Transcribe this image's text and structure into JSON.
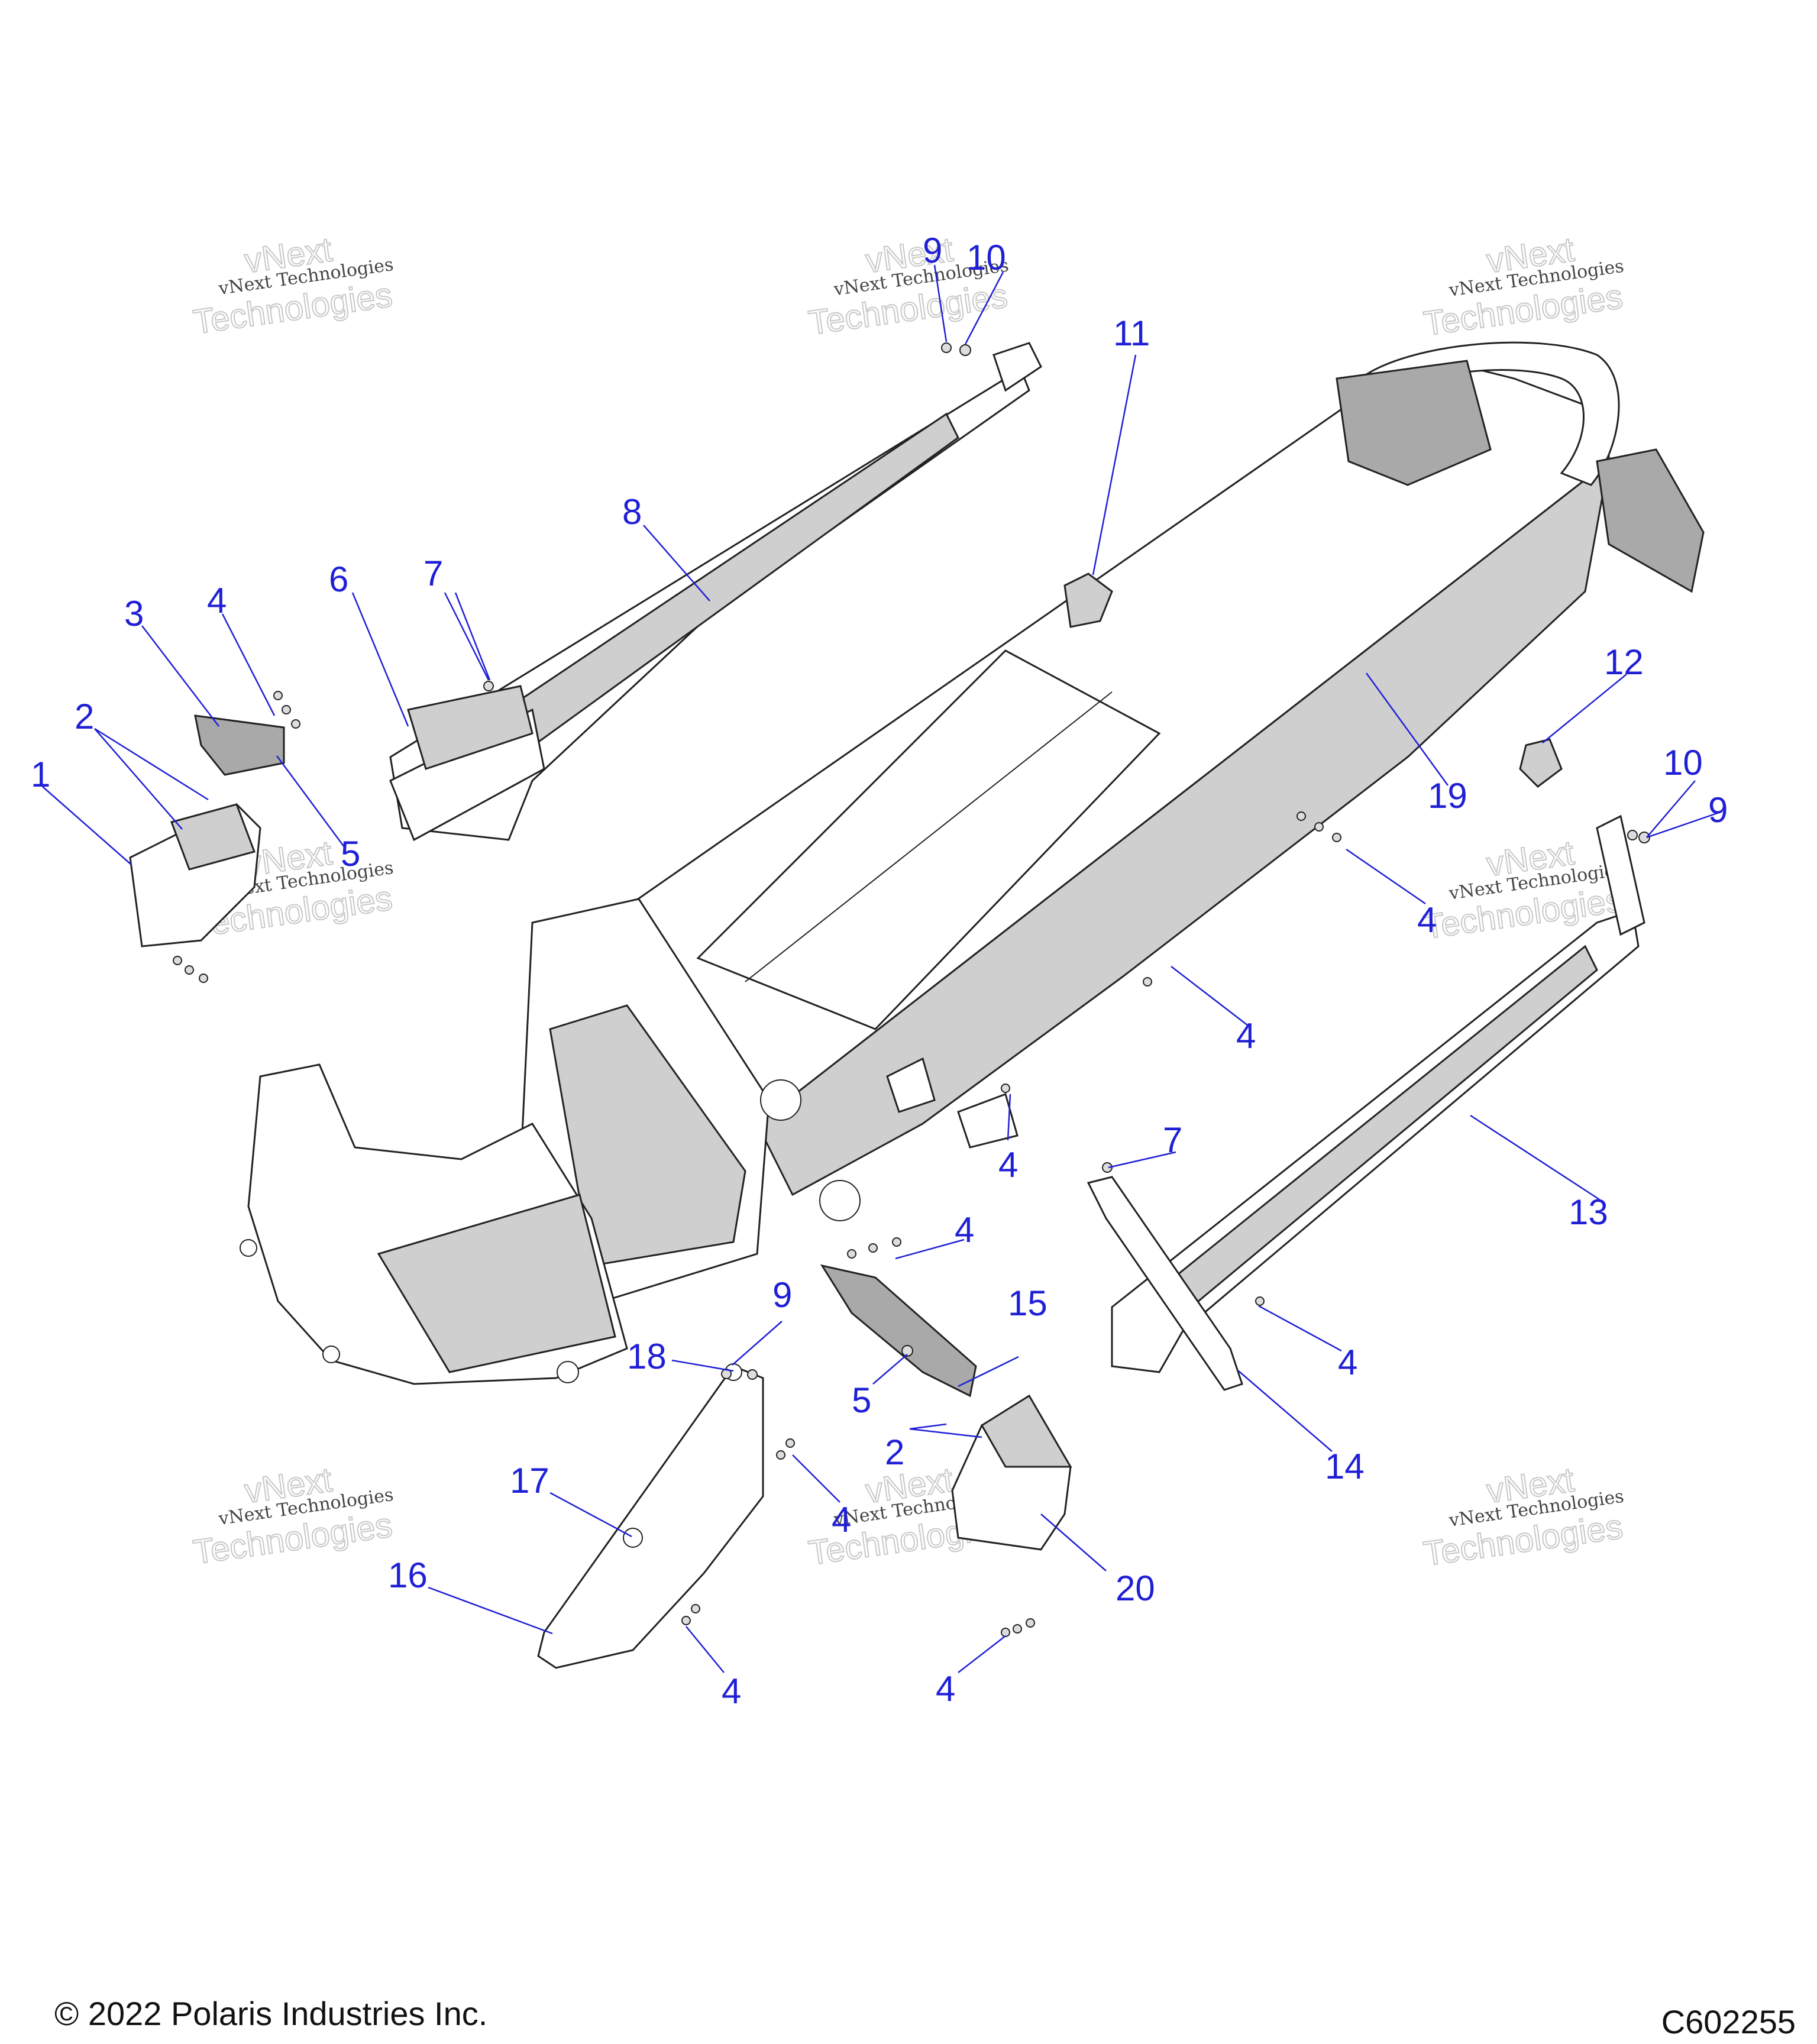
{
  "watermark": {
    "small": "vNext Technologies",
    "big_top": "vNext",
    "big_bottom": "Technologies"
  },
  "callouts": {
    "c1": "1",
    "c2a": "2",
    "c2b": "2",
    "c3": "3",
    "c4a": "4",
    "c4b": "4",
    "c4c": "4",
    "c4d": "4",
    "c4e": "4",
    "c4f": "4",
    "c4g": "4",
    "c4h": "4",
    "c4i": "4",
    "c5a": "5",
    "c5b": "5",
    "c6": "6",
    "c7a": "7",
    "c7b": "7",
    "c8": "8",
    "c9a": "9",
    "c9b": "9",
    "c9c": "9",
    "c10a": "10",
    "c10b": "10",
    "c11": "11",
    "c12": "12",
    "c13": "13",
    "c14": "14",
    "c15": "15",
    "c16": "16",
    "c17": "17",
    "c18": "18",
    "c19": "19",
    "c20": "20"
  },
  "footer": {
    "copyright": "© 2022 Polaris Industries Inc.",
    "diagram_id": "C602255"
  }
}
